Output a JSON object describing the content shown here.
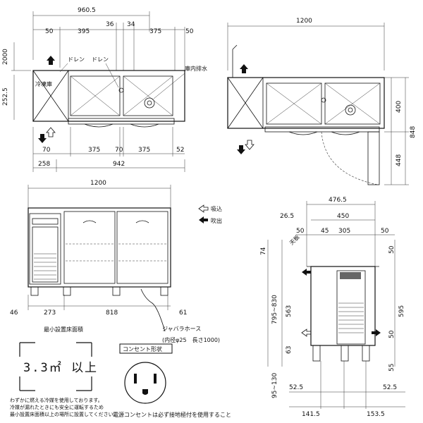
{
  "top_left": {
    "total_width": "960.5",
    "segments_top": [
      "50",
      "395",
      "36",
      "34",
      "375",
      "50"
    ],
    "height_2000": "2000",
    "height_252": "252.5",
    "label_drain1": "ドレン",
    "label_drain2": "ドレン",
    "label_inner_drain": "庫内排水",
    "label_freezer": "冷凍庫",
    "segments_bottom": [
      "70",
      "375",
      "70",
      "375",
      "52"
    ],
    "bottom_left": "258",
    "bottom_total": "942"
  },
  "top_right": {
    "width": "1200",
    "h1": "400",
    "h2": "848",
    "h3": "448"
  },
  "front": {
    "width": "1200",
    "seg": [
      "46",
      "273",
      "818",
      "61"
    ],
    "hose_label": "ジャバラホース",
    "hose_spec": "(内径φ25　長さ1000)"
  },
  "legend": {
    "intake": "吸込",
    "exhaust": "吹出"
  },
  "side": {
    "w476": "476.5",
    "w450": "450",
    "d26": "26.5",
    "d50a": "50",
    "d45": "45",
    "d305": "305",
    "d50b": "50",
    "label_top": "天板",
    "v74": "74",
    "v50": "50",
    "v795": "795~830",
    "v563": "563",
    "v595": "595",
    "v50b": "50",
    "v63": "63",
    "v55": "55",
    "v95": "95~130",
    "b52a": "52.5",
    "b52b": "52.5",
    "b141": "141.5",
    "b153": "153.5"
  },
  "floor": {
    "title": "最小設置床面積",
    "value": "3.3㎡ 以上",
    "note_lines": [
      "わずかに燃える冷媒を使用しております。",
      "冷媒が漏れたときにも安全に運転するため",
      "最小設置床面積以上の場所に設置してください。"
    ]
  },
  "outlet": {
    "title": "コンセント形状",
    "caption": "電源コンセントは必ず接地極付を使用すること"
  }
}
